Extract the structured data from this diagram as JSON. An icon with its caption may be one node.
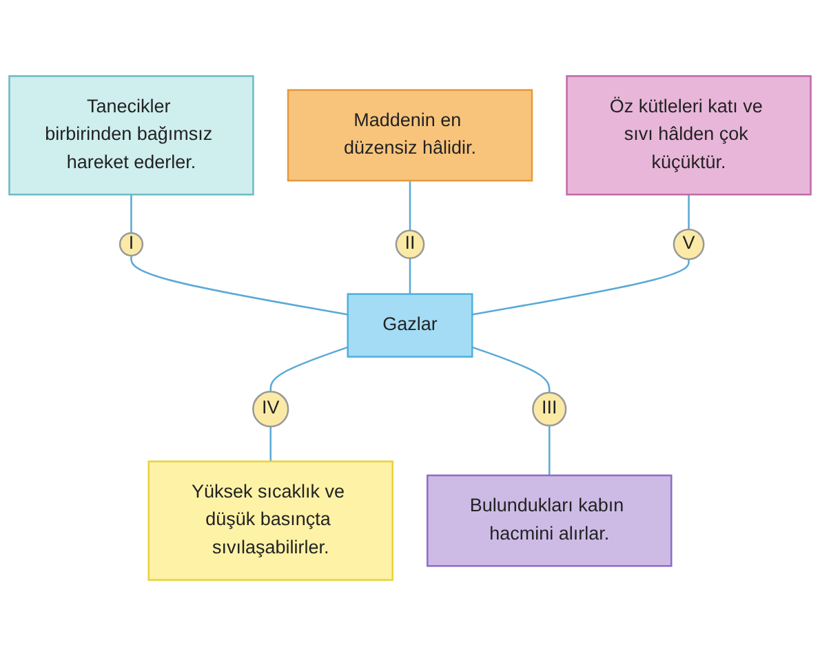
{
  "diagram": {
    "nodes": [
      {
        "text": [
          "Tanecikler birbirinden bağımsız hareket ederler."
        ]
      },
      {
        "text": [
          "Öz kütleleri katı ve sıvı hâlden çok küçüktür."
        ]
      },
      {
        "text": [
          "Maddenin en düzensiz hâlidir."
        ]
      },
      {
        "text": [
          "V"
        ]
      },
      {
        "text": [
          "I"
        ]
      },
      {
        "text": [
          "II"
        ]
      },
      {
        "text": [
          "Gazlar"
        ]
      },
      {
        "text": [
          "IV"
        ]
      },
      {
        "text": [
          "III"
        ]
      },
      {
        "text": [
          "Yüksek sıcaklık ve düşük basınçta sıvılaşabilirler."
        ]
      },
      {
        "text": [
          "Bulundukları kabın hacmini alırlar."
        ]
      }
    ],
    "edges": [
      {
        "from": 0,
        "to": 4,
        "arrow": "none"
      },
      {
        "from": 4,
        "to": 6,
        "arrow": "none"
      },
      {
        "from": 2,
        "to": 5,
        "arrow": "none"
      },
      {
        "from": 5,
        "to": 6,
        "arrow": "none"
      },
      {
        "from": 1,
        "to": 3,
        "arrow": "none"
      },
      {
        "from": 3,
        "to": 6,
        "arrow": "none"
      },
      {
        "from": 6,
        "to": 7,
        "arrow": "none"
      },
      {
        "from": 7,
        "to": 9,
        "arrow": "none"
      },
      {
        "from": 6,
        "to": 8,
        "arrow": "none"
      },
      {
        "from": 8,
        "to": 10,
        "arrow": "none"
      }
    ]
  }
}
